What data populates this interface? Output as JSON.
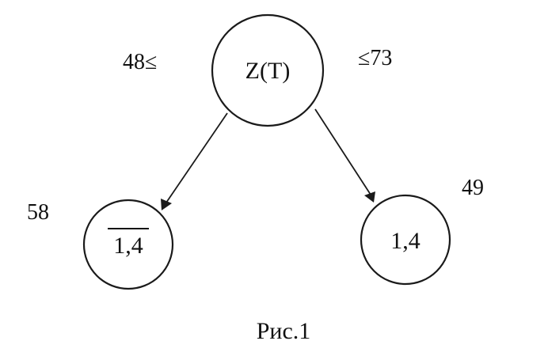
{
  "root_node": {
    "label": "Z(T)",
    "left_bound": "48≤",
    "right_bound": "≤73"
  },
  "left_child": {
    "label": "1,4",
    "overlined": true,
    "value": "58"
  },
  "right_child": {
    "label": "1,4",
    "overlined": false,
    "value": "49"
  },
  "caption": "Рис.1"
}
